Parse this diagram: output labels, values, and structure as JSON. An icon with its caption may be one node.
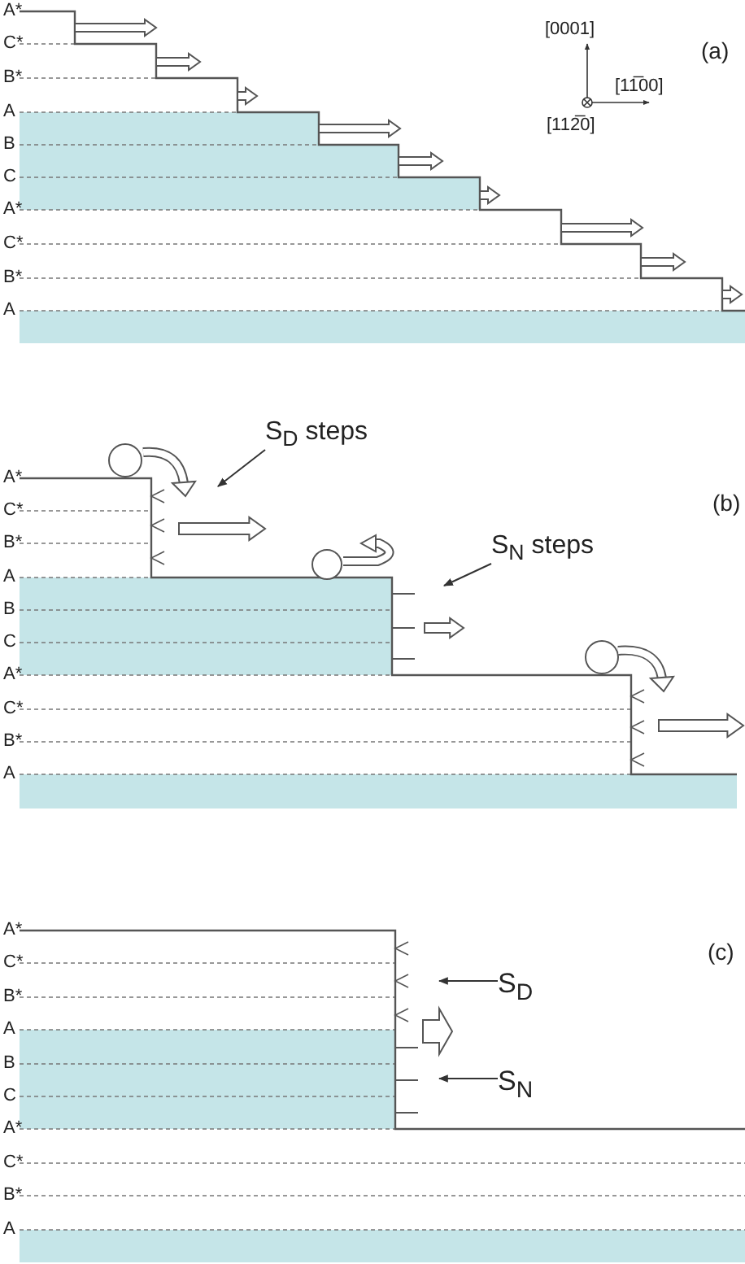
{
  "diagram": {
    "nodes": [
      {
        "text": [
          "S$_{D}$ steps"
        ]
      },
      {
        "text": [
          "S$_{N}$ steps"
        ]
      },
      {
        "text": [
          "S$_{D}$"
        ]
      },
      {
        "text": [
          "S$_{N}$"
        ]
      }
    ],
    "edges": [
      {
        "from": 0,
        "to": null,
        "arrow": "to"
      },
      {
        "from": 1,
        "to": null,
        "arrow": "to"
      },
      {
        "from": 2,
        "to": null,
        "arrow": "to"
      },
      {
        "from": 3,
        "to": null,
        "arrow": "to"
      }
    ],
    "labels": [
      "A*",
      "C*",
      "B*",
      "A",
      "B",
      "C",
      "A*",
      "C*",
      "B*",
      "A",
      "[0001]",
      "[11̅00]",
      "[112̅0]",
      "(a)",
      "A*",
      "C*",
      "B*",
      "A",
      "B",
      "C",
      "A*",
      "C*",
      "B*",
      "A",
      "(b)",
      "A*",
      "C*",
      "B*",
      "A",
      "B",
      "C",
      "A*",
      "C*",
      "B*",
      "A",
      "(c)"
    ]
  }
}
